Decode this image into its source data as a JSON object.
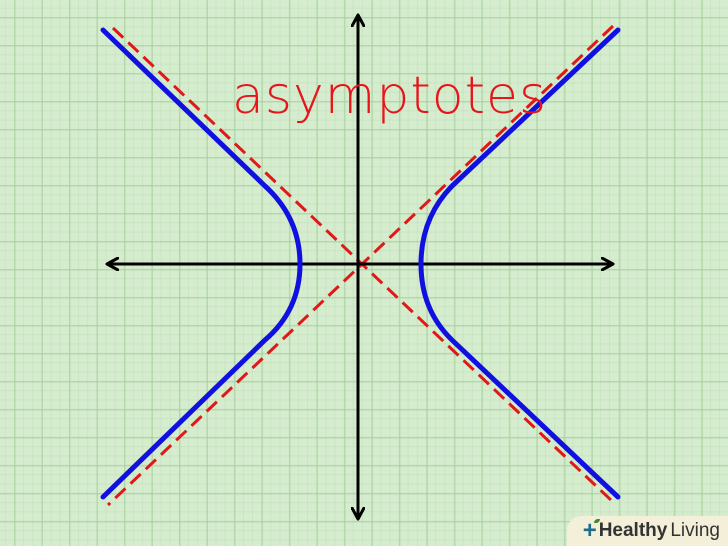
{
  "diagram": {
    "label": "asymptotes",
    "colors": {
      "hyperbola": "#1010e0",
      "asymptote": "#e01818",
      "axes": "#000000"
    }
  },
  "logo": {
    "brand_bold": "Healthy",
    "brand_light": "Living",
    "icon": "plus-leaf-icon"
  }
}
